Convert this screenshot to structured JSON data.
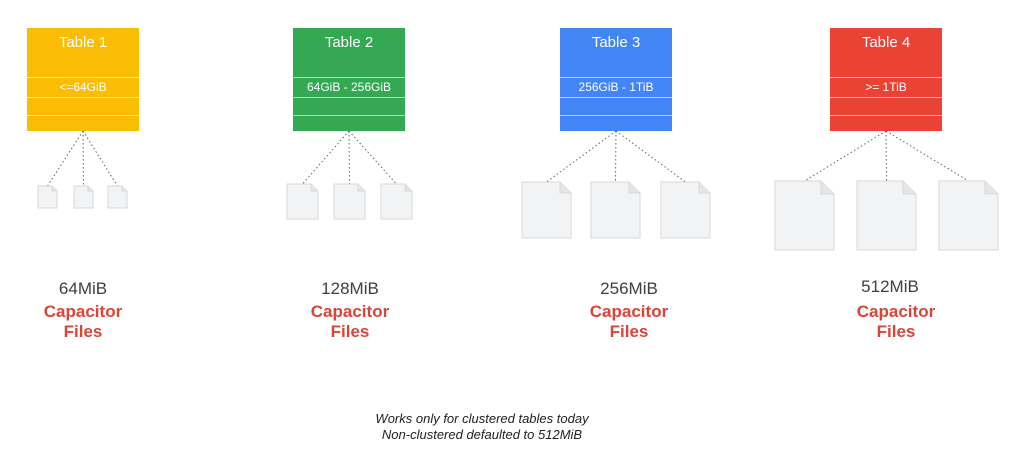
{
  "tables": [
    {
      "title": "Table 1",
      "range": "<=64GiB",
      "color": "#fbbc04",
      "size": "64MiB",
      "capacitor": "Capacitor",
      "files": "Files"
    },
    {
      "title": "Table 2",
      "range": "64GiB - 256GiB",
      "color": "#34a853",
      "size": "128MiB",
      "capacitor": "Capacitor",
      "files": "Files"
    },
    {
      "title": "Table 3",
      "range": "256GiB - 1TiB",
      "color": "#4285f4",
      "size": "256MiB",
      "capacitor": "Capacitor",
      "files": "Files"
    },
    {
      "title": "Table 4",
      "range": ">= 1TiB",
      "color": "#ea4335",
      "size": "512MiB",
      "capacitor": "Capacitor",
      "files": "Files"
    }
  ],
  "note": {
    "line1": "Works only for clustered tables today",
    "line2": "Non-clustered defaulted to 512MiB"
  },
  "icons": {
    "file": "file-icon"
  }
}
